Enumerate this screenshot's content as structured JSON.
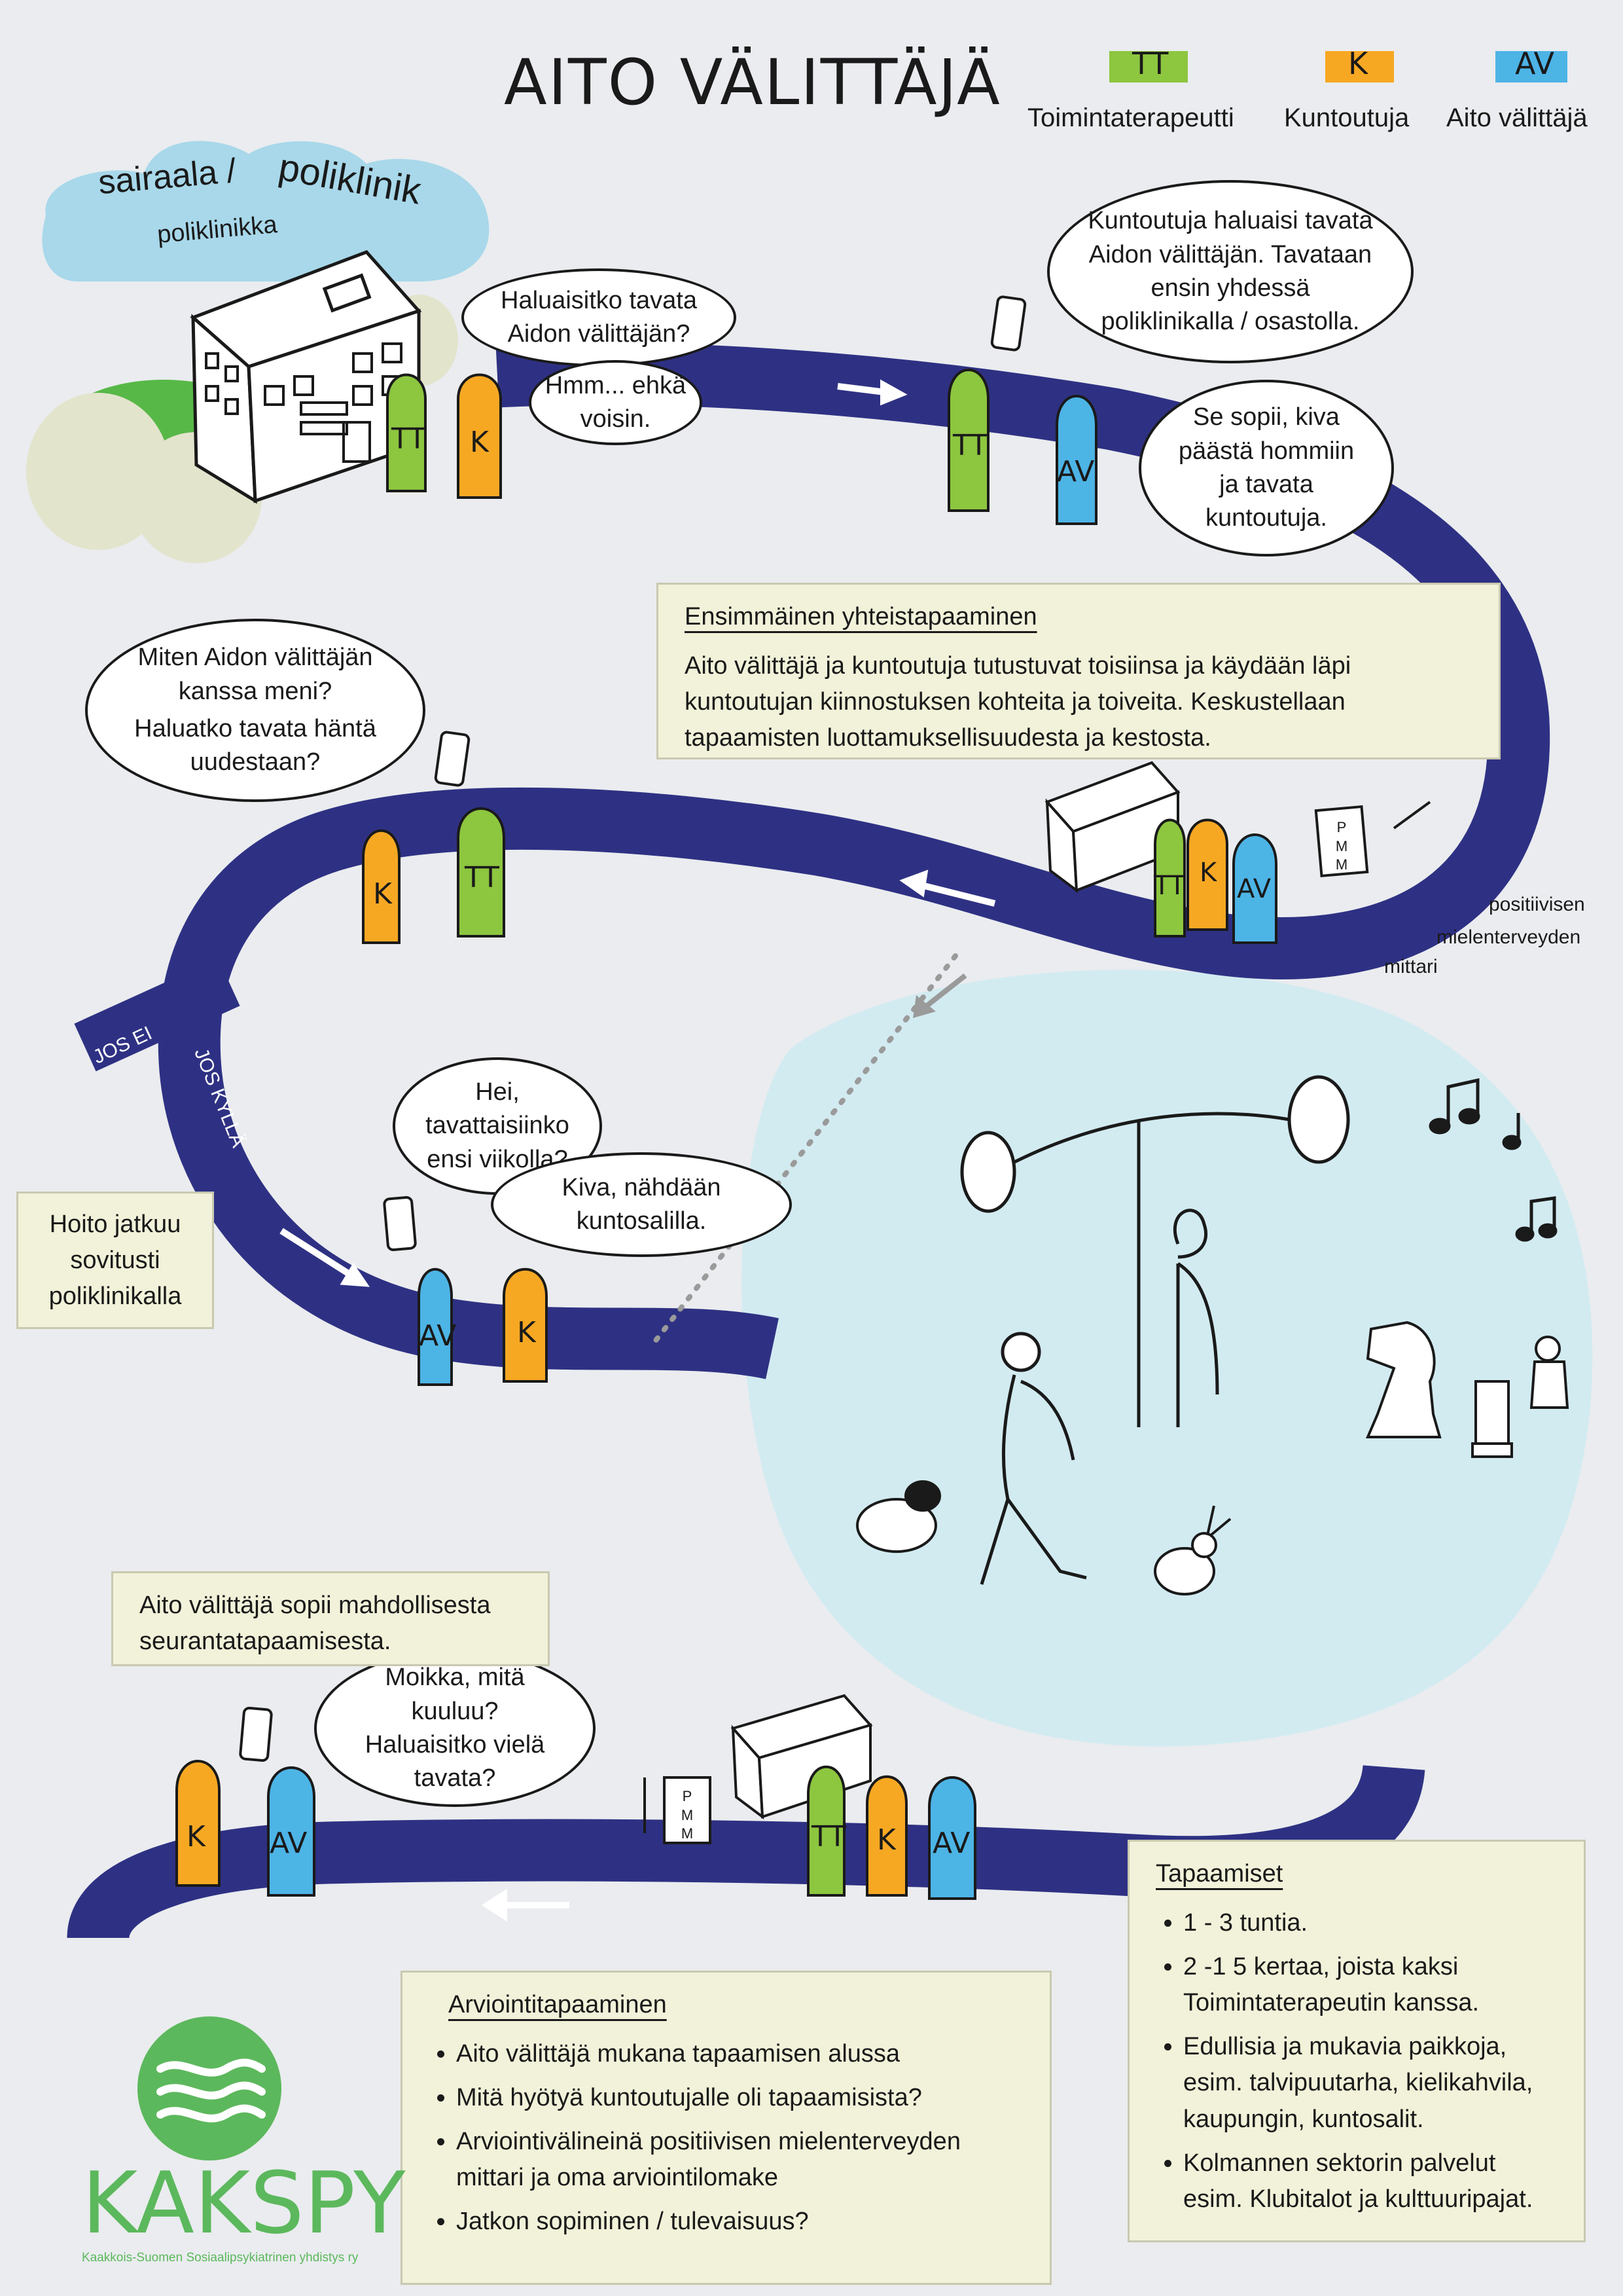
{
  "title": "AITO VÄLITTÄJÄ",
  "legend": [
    {
      "code": "TT",
      "label": "Toimintaterapeutti",
      "color": "#8dc63f"
    },
    {
      "code": "K",
      "label": "Kuntoutuja",
      "color": "#f7a823"
    },
    {
      "code": "AV",
      "label": "Aito välittäjä",
      "color": "#4db4e6"
    }
  ],
  "place_labels": {
    "sairaala": "sairaala /",
    "poliklinik": "poliklinik",
    "poliklinikka": "poliklinikka"
  },
  "bubbles": {
    "b1": "Haluaisitko tavata Aidon välittäjän?",
    "b2": "Hmm... ehkä voisin.",
    "b3": "Kuntoutuja haluaisi tavata Aidon välittäjän. Tavataan ensin yhdessä poliklinikalla / osastolla.",
    "b4": "Se sopii, kiva päästä hommiin ja tavata kuntoutuja.",
    "b5_line1": "Miten Aidon välittäjän kanssa meni?",
    "b5_line2": "Haluatko tavata häntä uudestaan?",
    "b6": "Hei, tavattaisiinko ensi viikolla?",
    "b7": "Kiva, nähdään kuntosalilla.",
    "b8": "Moikka, mitä kuuluu? Haluaisitko vielä tavata?"
  },
  "notes": {
    "first_meeting_title": "Ensimmäinen yhteistapaaminen",
    "first_meeting_body": "Aito välittäjä ja kuntoutuja tutustuvat toisiinsa ja käydään läpi kuntoutujan kiinnostuksen kohteita ja toiveita. Keskustellaan tapaamisten luottamuksellisuudesta ja kestosta.",
    "care_continues": "Hoito jatkuu sovitusti poliklinikalla",
    "followup": "Aito välittäjä sopii mahdollisesta seurantatapaamisesta.",
    "evaluation_title": "Arviointitapaaminen",
    "evaluation_items": [
      "Aito välittäjä mukana tapaamisen alussa",
      "Mitä hyötyä kuntoutujalle oli tapaamisista?",
      "Arviointivälineinä positiivisen mielenterveyden mittari ja oma arviointilomake",
      "Jatkon sopiminen / tulevaisuus?"
    ],
    "meetings_title": "Tapaamiset",
    "meetings_items": [
      "1 - 3 tuntia.",
      "2 -1 5 kertaa, joista kaksi Toimintaterapeutin kanssa.",
      "Edullisia ja mukavia paikkoja, esim. talvipuutarha, kielikahvila, kaupungin, kuntosalit.",
      "Kolmannen sektorin palvelut esim. Klubitalot ja kulttuuripajat."
    ]
  },
  "road_labels": {
    "jos_ei": "JOS EI",
    "jos_kylla": "JOS KYLLÄ"
  },
  "pmm_caption": {
    "line1": "positiivisen",
    "line2": "mielenterveyden",
    "line3": "mittari"
  },
  "pmm_form": "PMM",
  "logo": {
    "name": "KAKSPY",
    "subtitle": "Kaakkois-Suomen Sosiaalipsykiatrinen yhdistys ry",
    "color": "#5cb85c"
  },
  "road_color": "#2e3183",
  "activity_area_color": "#d2ebf1"
}
